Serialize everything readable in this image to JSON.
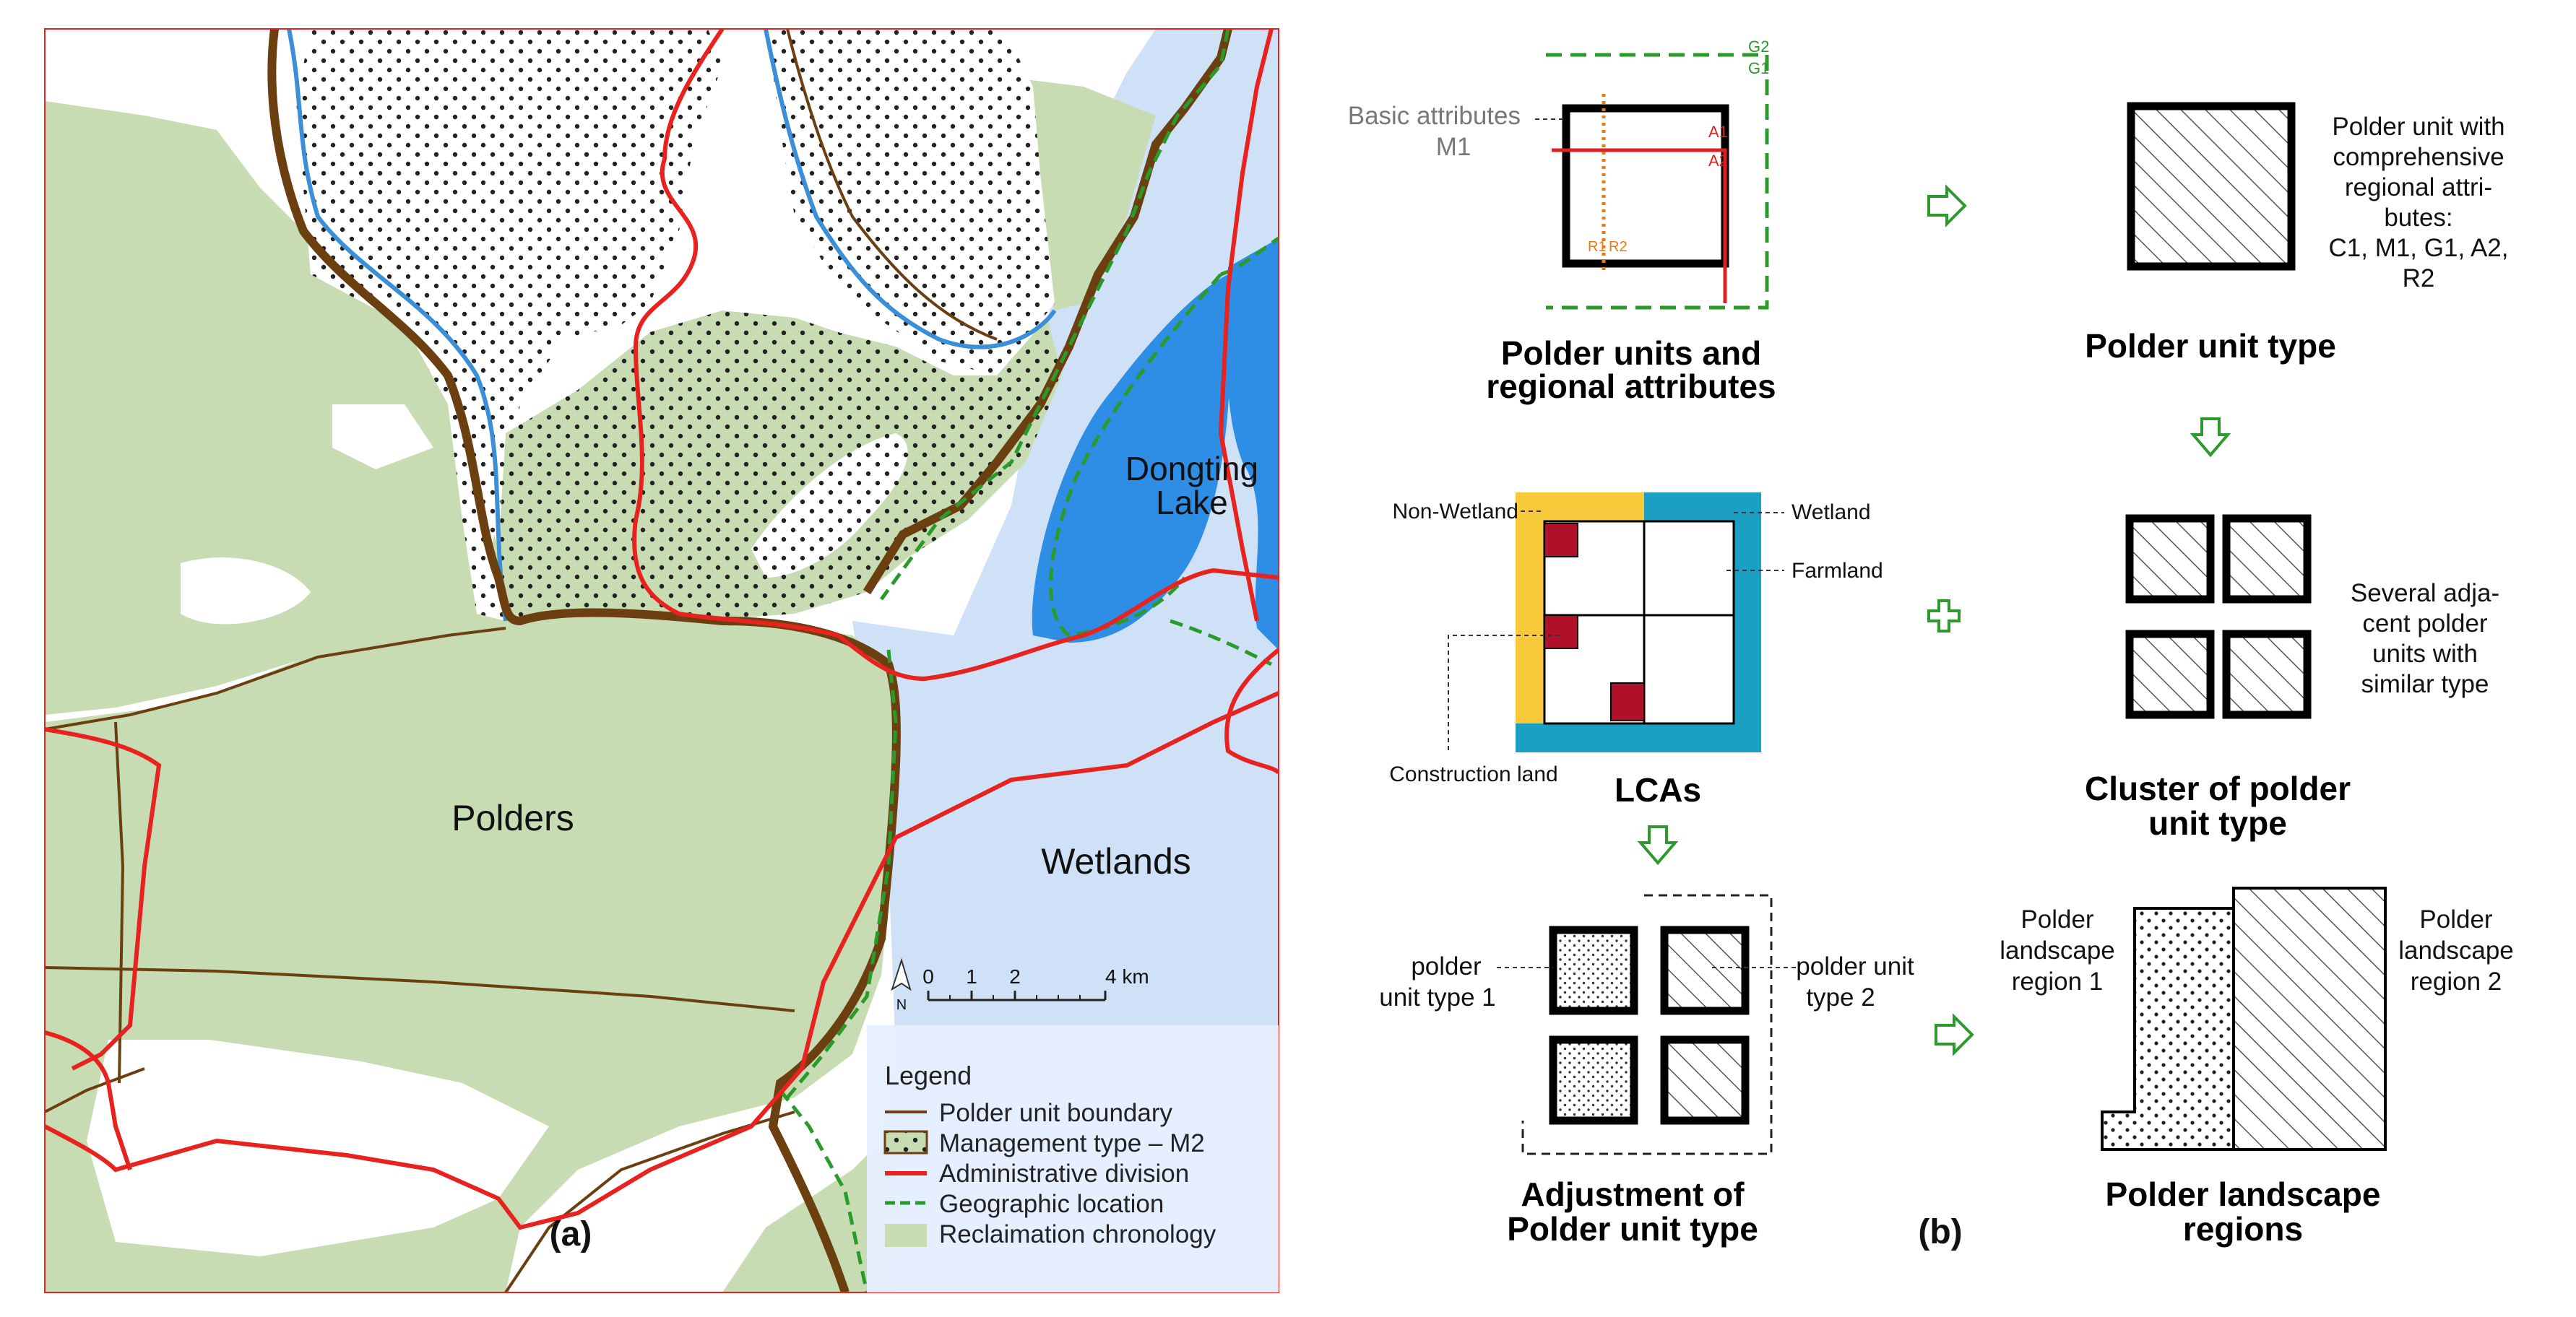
{
  "panel_a": {
    "label": "(a)",
    "place_labels": {
      "polders": "Polders",
      "wetlands": "Wetlands",
      "lake_line1": "Dongting",
      "lake_line2": "Lake"
    },
    "scale_bar": {
      "north": "N",
      "tick_0": "0",
      "tick_1": "1",
      "tick_2": "2",
      "tick_4": "4 km"
    },
    "legend": {
      "title": "Legend",
      "items": [
        {
          "label": "Polder unit boundary"
        },
        {
          "label": "Management type – M2"
        },
        {
          "label": "Administrative division"
        },
        {
          "label": "Geographic location"
        },
        {
          "label": "Reclaimation chronology"
        }
      ]
    },
    "colors": {
      "polder_fill": "#c8dcb4",
      "wetland_fill": "#cfe1f7",
      "lake_fill": "#2e8de4",
      "dark_lake": "#1e7fa8",
      "unit_boundary": "#6b3f10",
      "admin_division": "#e8221e",
      "geographic_location": "#2a9a2a",
      "river": "#3a8fd8"
    }
  },
  "panel_b": {
    "label": "(b)",
    "step1": {
      "title_line1": "Polder units  and",
      "title_line2": "regional attributes",
      "basic_attr_line1": "Basic attributes",
      "basic_attr_line2": "M1",
      "g2": "G2",
      "g1": "G1",
      "a1": "A1",
      "a2": "A2",
      "r1": "R1",
      "r2": "R2"
    },
    "step2": {
      "title": "Polder unit type",
      "desc_lines": [
        "Polder unit with",
        "comprehensive",
        "regional attri-",
        "butes:",
        "C1, M1, G1, A2,",
        "R2"
      ]
    },
    "step3": {
      "title": "LCAs",
      "non_wetland": "Non-Wetland",
      "wetland": "Wetland",
      "farmland": "Farmland",
      "construction_land": "Construction land"
    },
    "step4": {
      "title_line1": "Cluster of polder",
      "title_line2": "unit type",
      "desc_lines": [
        "Several adja-",
        "cent polder",
        "units with",
        "similar type"
      ]
    },
    "step5": {
      "title_line1": "Adjustment of",
      "title_line2": "Polder unit type",
      "type1_line1": "polder",
      "type1_line2": "unit type 1",
      "type2_line1": "polder unit",
      "type2_line2": "type  2"
    },
    "step6": {
      "title_line1": "Polder landscape",
      "title_line2": "regions",
      "region1_lines": [
        "Polder",
        "landscape",
        "region 1"
      ],
      "region2_lines": [
        "Polder",
        "landscape",
        "region 2"
      ]
    },
    "colors": {
      "arrow": "#2e9a2e",
      "wetland_blue": "#1b9fc3",
      "non_wetland_yellow": "#f7c93b",
      "construction_red": "#b0102a",
      "attr_red": "#e02020",
      "attr_orange": "#e97a10",
      "attr_green": "#2a9a2a",
      "gray_text": "#777777"
    }
  }
}
